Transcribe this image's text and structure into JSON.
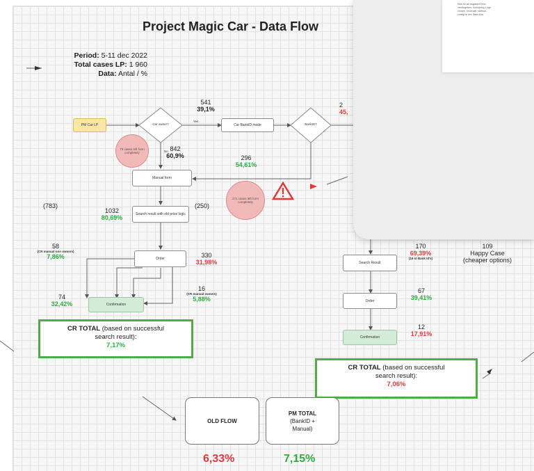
{
  "title": "Project Magic Car - Data Flow",
  "info": {
    "period_label": "Period:",
    "period_value": "5-11 dec 2022",
    "total_label": "Total cases LP:",
    "total_value": "1 960",
    "data_label": "Data:",
    "data_value": "Antal / %"
  },
  "nodes": {
    "pm_car_lp": "PM Car LP",
    "car_owner": "Car owner?",
    "car_bankid": "Car BankID mode",
    "bankid": "BankID?",
    "manual_form": "Manual form",
    "search_result_old": "Search result with old price logic",
    "order_old": "Order",
    "confirmation_old": "Confirmation",
    "search_result_new": "Search Result",
    "order_new": "Order",
    "confirmation_new": "Confirmation",
    "yes_label": "Yes",
    "no_label": "No"
  },
  "circles": {
    "left": "79 cases left form completely",
    "bottom": "271 cases left form completely"
  },
  "labels": {
    "n541": "541",
    "p391": "39,1%",
    "n842": "842",
    "p609": "60,9%",
    "n296": "296",
    "p5461": "54,61%",
    "n2_partial": "2",
    "p45_partial": "45,",
    "n783": "(783)",
    "n1032": "1032",
    "p8069": "80,69%",
    "n250": "(250)",
    "n58": "58",
    "p58_note": "(CR manual non owners)",
    "p786": "7,86%",
    "n330": "330",
    "p3198": "31,98%",
    "n74": "74",
    "p3242": "32,42%",
    "n16": "16",
    "p16_note": "(CR manual owners)",
    "p588": "5,88%",
    "n170": "170",
    "p6939": "69,39%",
    "p170_note": "(16 st Bank Id's)",
    "n109": "109",
    "happy1": "Happy Case",
    "happy2": "(cheaper options)",
    "n67": "67",
    "p3941": "39,41%",
    "n12": "12",
    "p1791": "17,91%"
  },
  "cr_old": {
    "line1_bold": "CR TOTAL",
    "line1_rest": "(based on successful",
    "line2": "search result):",
    "value": "7,17%"
  },
  "cr_new": {
    "line1_bold": "CR TOTAL",
    "line1_rest": "(based on successful",
    "line2": "search result):",
    "value": "7,06%"
  },
  "old_flow": {
    "label": "OLD FLOW",
    "value": "6,33%"
  },
  "pm_total": {
    "line1": "PM TOTAL",
    "line2": "(BankID +",
    "line3": "Manual)",
    "value": "7,15%"
  },
  "note_lines": [
    "Risk för att högtalare finns",
    "medfagelsen, fördröjning 1 dgn",
    "mindre. Ordersatt, skillnad",
    "vanligt är den låsta sida"
  ],
  "colors": {
    "green": "#2eab3f",
    "red": "#e0393b",
    "box_green": "#4cae45",
    "yellow": "#fbe6a6",
    "circle": "#f2b9b9"
  }
}
